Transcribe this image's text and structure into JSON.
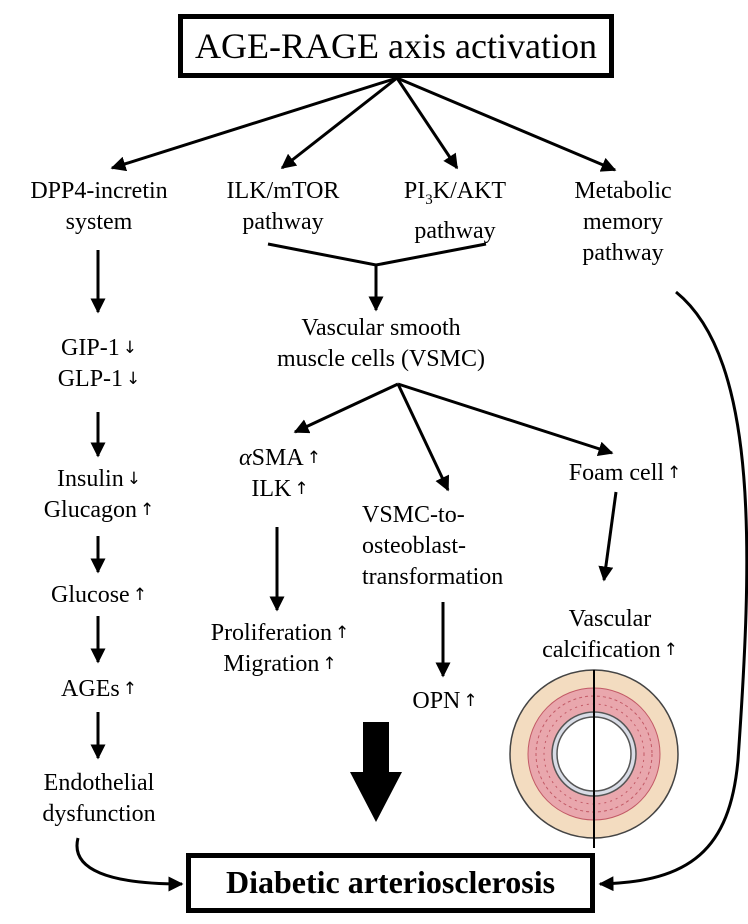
{
  "title": "AGE-RAGE axis activation",
  "outcome": "Diabetic arteriosclerosis",
  "symbols": {
    "up": "↑",
    "down": "↓"
  },
  "colors": {
    "stroke": "#000000",
    "vessel_outer": "#f3dcc0",
    "vessel_media": "#e9a7ad",
    "vessel_line": "#c25a66"
  },
  "pathways": {
    "dpp4": [
      "DPP4-incretin",
      "system"
    ],
    "ilk_mtor": [
      "ILK/mTOR",
      "pathway"
    ],
    "pi3k": {
      "pre": "PI",
      "sub": "3",
      "post": "K/AKT",
      "line2": "pathway"
    },
    "metabolic": [
      "Metabolic",
      "memory",
      "pathway"
    ]
  },
  "left_column": {
    "gip": "GIP-1",
    "glp": "GLP-1",
    "insulin": "Insulin",
    "glucagon": "Glucagon",
    "glucose": "Glucose",
    "ages": "AGEs",
    "endothelial": [
      "Endothelial",
      "dysfunction"
    ]
  },
  "vsmc": [
    "Vascular smooth",
    "muscle cells (VSMC)"
  ],
  "branches": {
    "asma": {
      "alpha": "α",
      "text": "SMA"
    },
    "ilk": "ILK",
    "transformation": [
      "VSMC-to-",
      "osteoblast-",
      "transformation"
    ],
    "foam": "Foam cell",
    "proliferation": "Proliferation",
    "migration": "Migration",
    "opn": "OPN",
    "calcification": [
      "Vascular",
      "calcification"
    ]
  }
}
